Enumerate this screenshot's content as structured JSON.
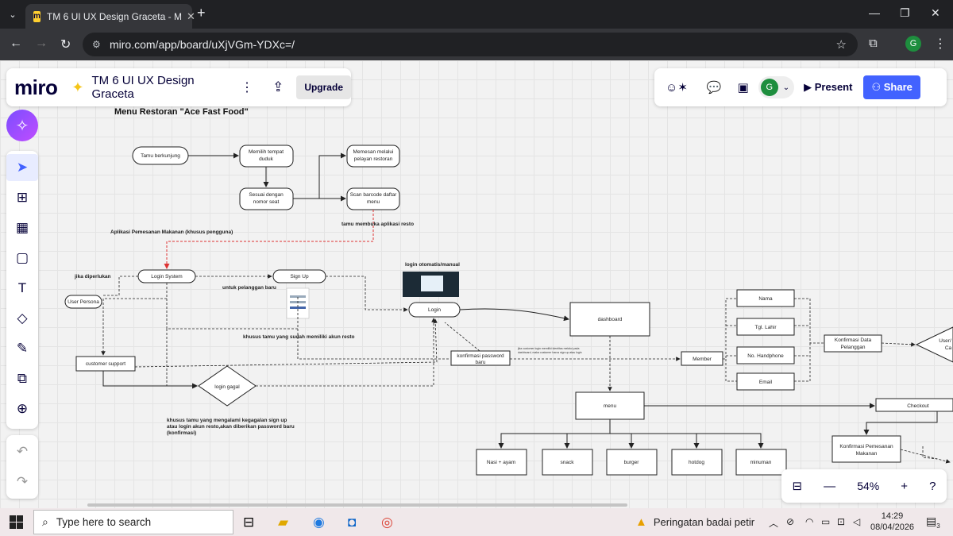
{
  "browser": {
    "tab_title": "TM 6 UI UX Design Graceta - M",
    "tab_favicon_letter": "m",
    "url": "miro.com/app/board/uXjVGm-YDXc=/",
    "profile_initial": "G"
  },
  "miro": {
    "logo": "miro",
    "board_title": "TM 6 UI UX Design Graceta",
    "upgrade_label": "Upgrade",
    "avatar_initial": "G",
    "present_label": "Present",
    "share_label": "Share",
    "zoom_level": "54%",
    "brand_color": "#4262ff"
  },
  "diagram": {
    "title": "Menu Restoran \"Ace Fast Food\"",
    "section_label": "Aplikasi Pemesanan Makanan (khusus pengguna)",
    "nodes": {
      "tamu": "Tamu berkunjung",
      "memilih_1": "Memilih tempat",
      "memilih_2": "duduk",
      "pesan_1": "Memesan melalui",
      "pesan_2": "pelayan restoran",
      "seat_1": "Sesuai dengan",
      "seat_2": "nomor seat",
      "scan_1": "Scan barcode daftar",
      "scan_2": "menu",
      "login_system": "Login System",
      "signup": "Sign Up",
      "login": "Login",
      "user_persona": "User Persona",
      "customer_support": "customer support",
      "login_gagal": "login gagal",
      "konfirmasi_pw_1": "konfirmasi password",
      "konfirmasi_pw_2": "baru",
      "dashboard": "dashboard",
      "member": "Member",
      "nama": "Nama",
      "tgl_lahir": "Tgl. Lahir",
      "no_hp": "No. Handphone",
      "email": "Email",
      "konfirmasi_data_1": "Konfirmasi Data",
      "konfirmasi_data_2": "Pelanggan",
      "user_partial_1": "User/",
      "user_partial_2": "Ca",
      "menu": "menu",
      "checkout": "Checkout",
      "konfirmasi_pesanan_1": "Konfirmasi Pemesanan",
      "konfirmasi_pesanan_2": "Makanan",
      "nasi_ayam": "Nasi + ayam",
      "snack": "snack",
      "burger": "burger",
      "hotdog": "hotdog",
      "minuman": "minuman"
    },
    "notes": {
      "tamu_membuka": "tamu membuka aplikasi resto",
      "jika_diperlukan": "jika diperlukan",
      "untuk_pelanggan_baru": "untuk pelanggan baru",
      "login_otomatis": "login otomatis/manual",
      "khusus_tamu_akun": "khusus tamu yang sudah memiliki akun resto",
      "khusus_gagal_1": "khusus tamu yang mengalami kegagalan sign up",
      "khusus_gagal_2": "atau login akun resto,akan diberikan password baru",
      "khusus_gagal_3": "(konfirmasi)",
      "tiny_note_1": "jika customer login memiliki identitas melalui pada",
      "tiny_note_2": "dashboard, maka customer harus sign up atau login"
    }
  },
  "taskbar": {
    "search_placeholder": "Type here to search",
    "weather_text": "Peringatan badai petir",
    "time": "14:29",
    "date": "08/04/2026",
    "notification_count": "3"
  }
}
